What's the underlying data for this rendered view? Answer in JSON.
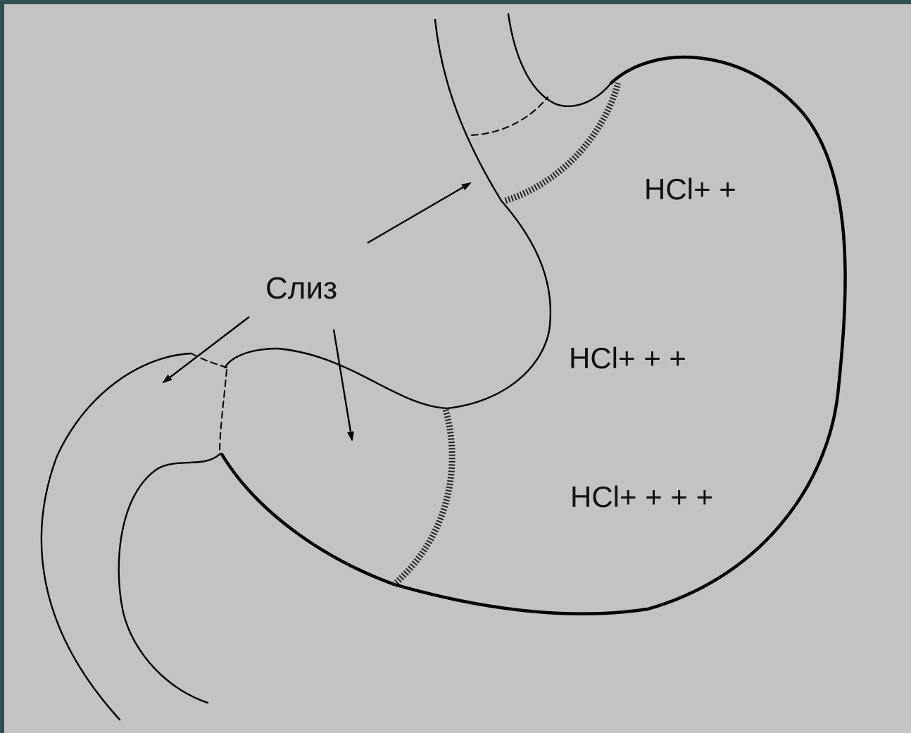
{
  "labels": {
    "mucus": "Слиз",
    "acid_1": "HCl+ +",
    "acid_2": "HCl+ + +",
    "acid_3": "HCl+ + + +"
  },
  "colors": {
    "background": "#c3c3c3",
    "border": "#2f4f53",
    "ink": "#000000"
  }
}
